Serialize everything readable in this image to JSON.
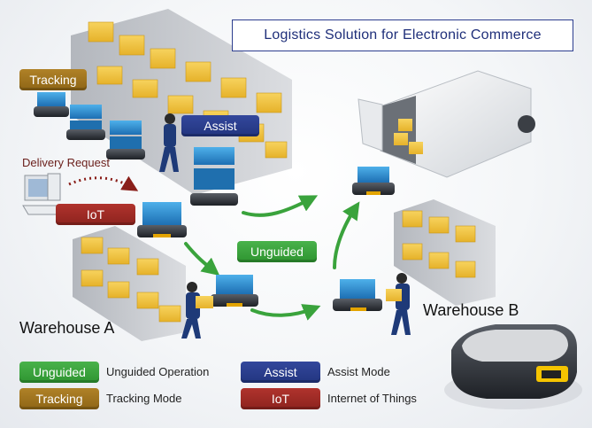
{
  "title": "Logistics Solution for Electronic Commerce",
  "labels": {
    "tracking": "Tracking",
    "assist": "Assist",
    "delivery_request": "Delivery Request",
    "iot": "IoT",
    "unguided": "Unguided",
    "warehouse_a": "Warehouse A",
    "warehouse_b": "Warehouse B"
  },
  "legend": [
    {
      "tag": "Unguided",
      "text": "Unguided Operation",
      "color": "#3aa33c"
    },
    {
      "tag": "Tracking",
      "text": "Tracking Mode",
      "color": "#9c7220"
    },
    {
      "tag": "Assist",
      "text": "Assist Mode",
      "color": "#2a3d8c"
    },
    {
      "tag": "IoT",
      "text": "Internet of Things",
      "color": "#a02b25"
    }
  ],
  "colors": {
    "flow_arrow": "#3aa33c",
    "request_arrow": "#8a1f1a",
    "cart_blue": "#2f8fd0",
    "box": "#f2c23a",
    "shelf": "#b9bcc2"
  }
}
